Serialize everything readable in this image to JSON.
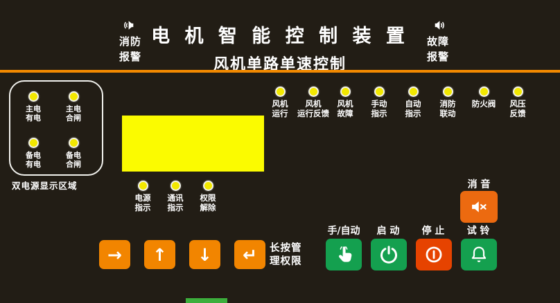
{
  "colors": {
    "background": "#221d15",
    "accent_orange": "#f28900",
    "led_yellow": "#f2e800",
    "lcd_yellow": "#fbfb00",
    "button_orange": "#f28500",
    "button_green": "#14a04f",
    "button_red": "#e64300",
    "mute_orange": "#ec6a10"
  },
  "header": {
    "fire_alarm": {
      "line1": "消防",
      "line2": "报警"
    },
    "title_line1": "电 机 智 能 控 制 装 置",
    "title_line2": "风机单路单速控制",
    "fault_alarm": {
      "line1": "故障",
      "line2": "报警"
    }
  },
  "dual_power": {
    "caption": "双电源显示区域",
    "leds": [
      {
        "line1": "主电",
        "line2": "有电"
      },
      {
        "line1": "主电",
        "line2": "合闸"
      },
      {
        "line1": "备电",
        "line2": "有电"
      },
      {
        "line1": "备电",
        "line2": "合闸"
      }
    ]
  },
  "indicators_top": [
    {
      "line1": "风机",
      "line2": "运行"
    },
    {
      "line1": "风机",
      "line2": "运行反馈"
    },
    {
      "line1": "风机",
      "line2": "故障"
    },
    {
      "line1": "手动",
      "line2": "指示"
    },
    {
      "line1": "自动",
      "line2": "指示"
    },
    {
      "line1": "消防",
      "line2": "联动"
    },
    {
      "line1": "防火阀",
      "line2": ""
    },
    {
      "line1": "风压",
      "line2": "反馈"
    }
  ],
  "indicators_mid": [
    {
      "line1": "电源",
      "line2": "指示"
    },
    {
      "line1": "通讯",
      "line2": "指示"
    },
    {
      "line1": "权限",
      "line2": "解除"
    }
  ],
  "mute_label": "消 音",
  "nav": {
    "right": "→",
    "up": "↑",
    "down": "↓",
    "enter": "↵",
    "hint_line1": "长按管",
    "hint_line2": "理权限"
  },
  "actions": {
    "manual_auto": "手/自动",
    "start": "启 动",
    "stop": "停 止",
    "bell": "试 铃"
  },
  "icons": {
    "fire_alarm": "speaker-waves-left-icon",
    "fault_alarm": "speaker-waves-right-icon",
    "mute": "speaker-muted-icon",
    "manual_auto": "tap-hand-icon",
    "start": "power-icon",
    "stop": "stop-circle-icon",
    "bell": "bell-icon"
  }
}
